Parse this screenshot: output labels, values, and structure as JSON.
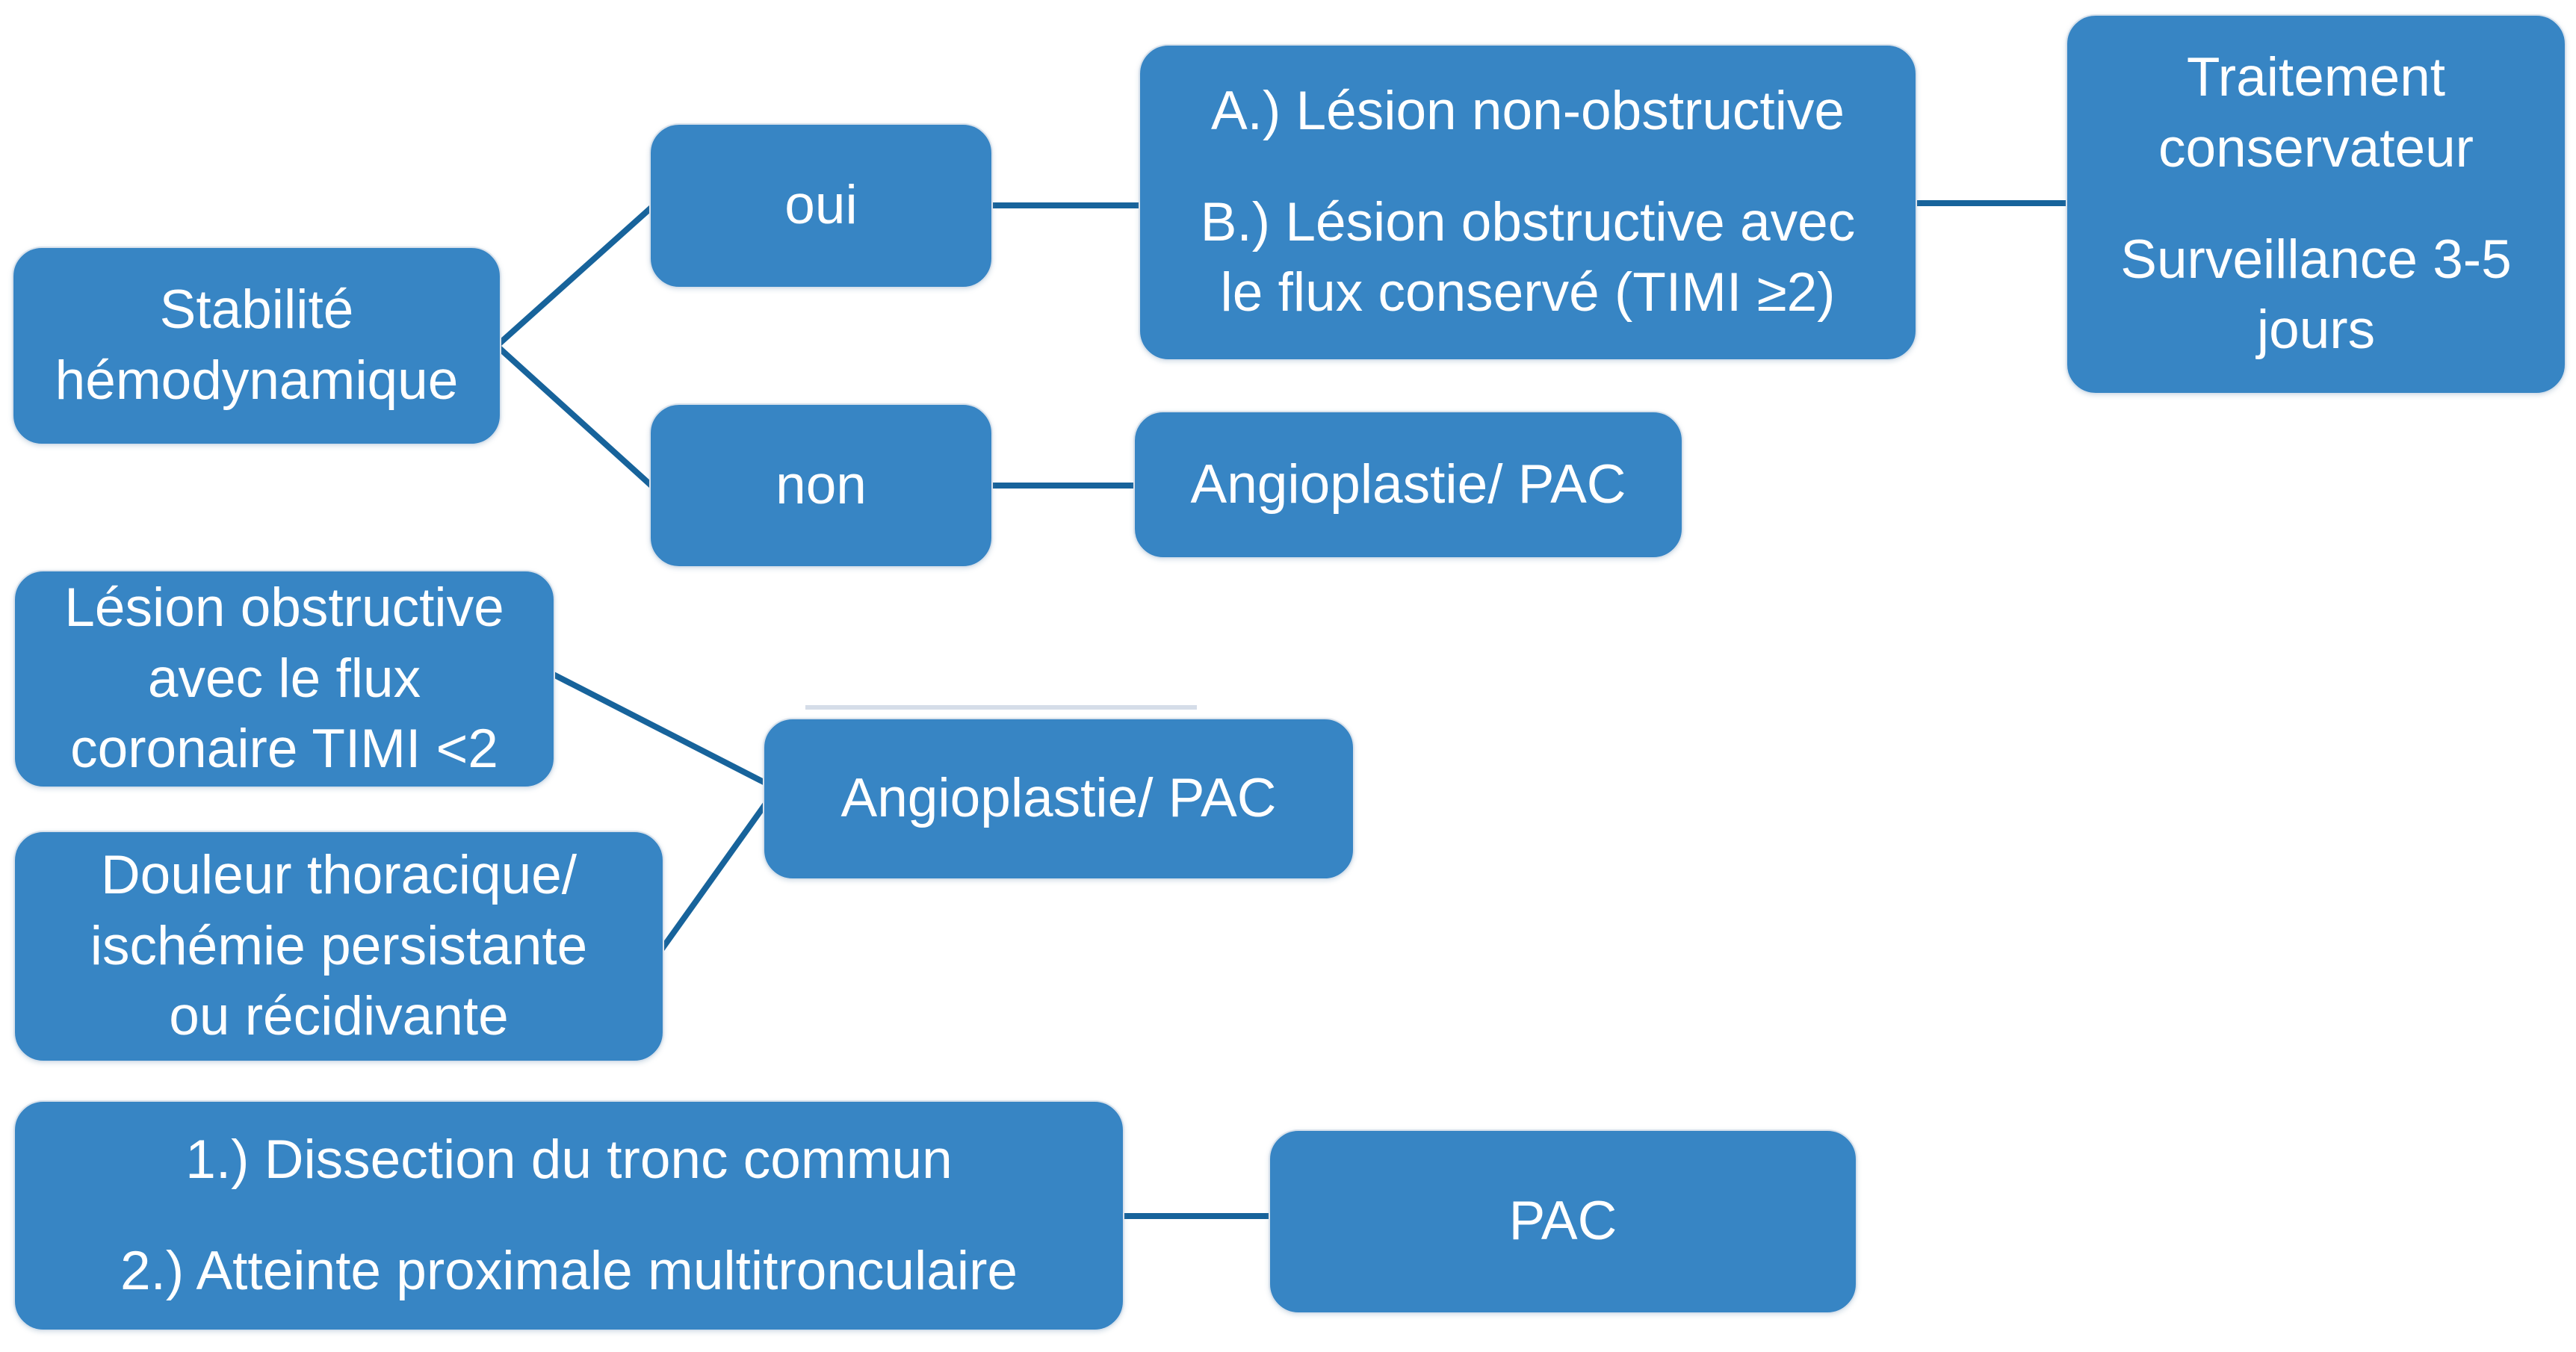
{
  "diagram": {
    "colors": {
      "box_fill": "#3785c4",
      "box_border_highlight": "#d9e2ec",
      "connector": "#17639b",
      "artifact_line": "#d5dde8",
      "text": "#ffffff",
      "background": "#ffffff"
    },
    "nodes": {
      "stabilite": {
        "line1": "Stabilité",
        "line2": "hémodynamique"
      },
      "oui": {
        "label": "oui"
      },
      "non": {
        "label": "non"
      },
      "lesions": {
        "itemA": "A.) Lésion non-obstructive",
        "itemB_line1": "B.) Lésion obstructive avec",
        "itemB_line2": "le flux conservé (TIMI ≥2)"
      },
      "traitement": {
        "p1_line1": "Traitement",
        "p1_line2": "conservateur",
        "p2_line1": "Surveillance 3-5",
        "p2_line2": "jours"
      },
      "angio_top": {
        "label": "Angioplastie/ PAC"
      },
      "timi": {
        "line1": "Lésion obstructive",
        "line2": "avec le flux",
        "line3": "coronaire TIMI <2"
      },
      "douleur": {
        "line1": "Douleur thoracique/",
        "line2": "ischémie persistante",
        "line3": "ou récidivante"
      },
      "angio_mid": {
        "label": "Angioplastie/ PAC"
      },
      "criteres": {
        "item1": "1.) Dissection du tronc commun",
        "item2": "2.) Atteinte proximale multitronculaire"
      },
      "pac": {
        "label": "PAC"
      }
    }
  }
}
